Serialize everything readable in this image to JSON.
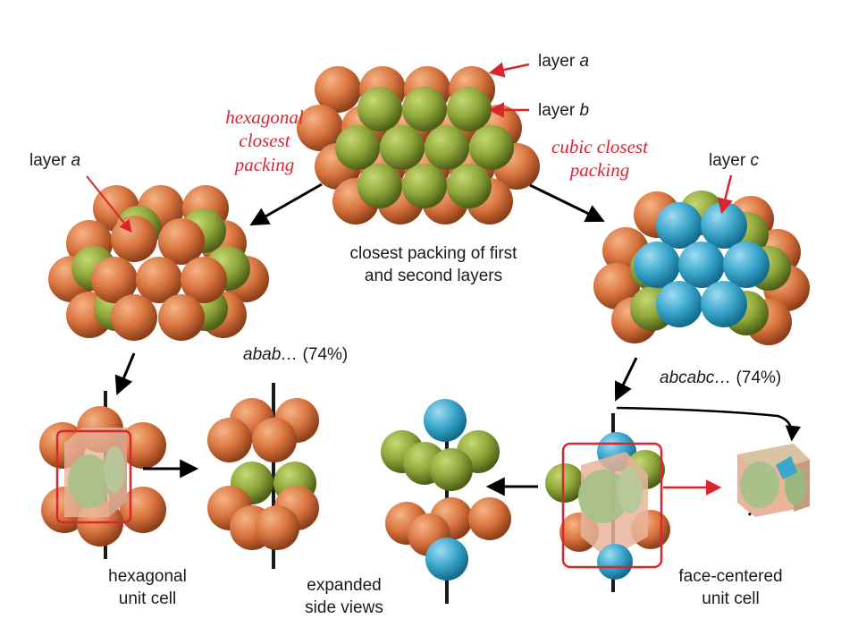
{
  "labels": {
    "layer_a_top": {
      "prefix": "layer ",
      "letter": "a"
    },
    "layer_b_top": {
      "prefix": "layer ",
      "letter": "b"
    },
    "layer_a_left": {
      "prefix": "layer ",
      "letter": "a"
    },
    "layer_c_right": {
      "prefix": "layer ",
      "letter": "c"
    },
    "hexagonal_closest_packing": [
      "hexagonal",
      "closest",
      "packing"
    ],
    "cubic_closest_packing": [
      "cubic closest",
      "packing"
    ],
    "closest_packing_first_second": [
      "closest packing of first",
      "and second layers"
    ],
    "abab": {
      "seq": "abab…",
      "pct": " (74%)"
    },
    "abcabc": {
      "seq": "abcabc…",
      "pct": " (74%)"
    },
    "hexagonal_unit_cell": [
      "hexagonal",
      "unit cell"
    ],
    "expanded_side_views": [
      "expanded",
      "side views"
    ],
    "face_centered_unit_cell": [
      "face-centered",
      "unit cell"
    ]
  },
  "colors": {
    "layer_a": "#d9743f",
    "layer_b": "#8ea63a",
    "layer_c": "#3aa6cc",
    "arrow_red": "#d9262e",
    "highlight_box": "#d9262e",
    "cell_face": "#e8b49a",
    "cell_sphere": "#a9c08a"
  }
}
